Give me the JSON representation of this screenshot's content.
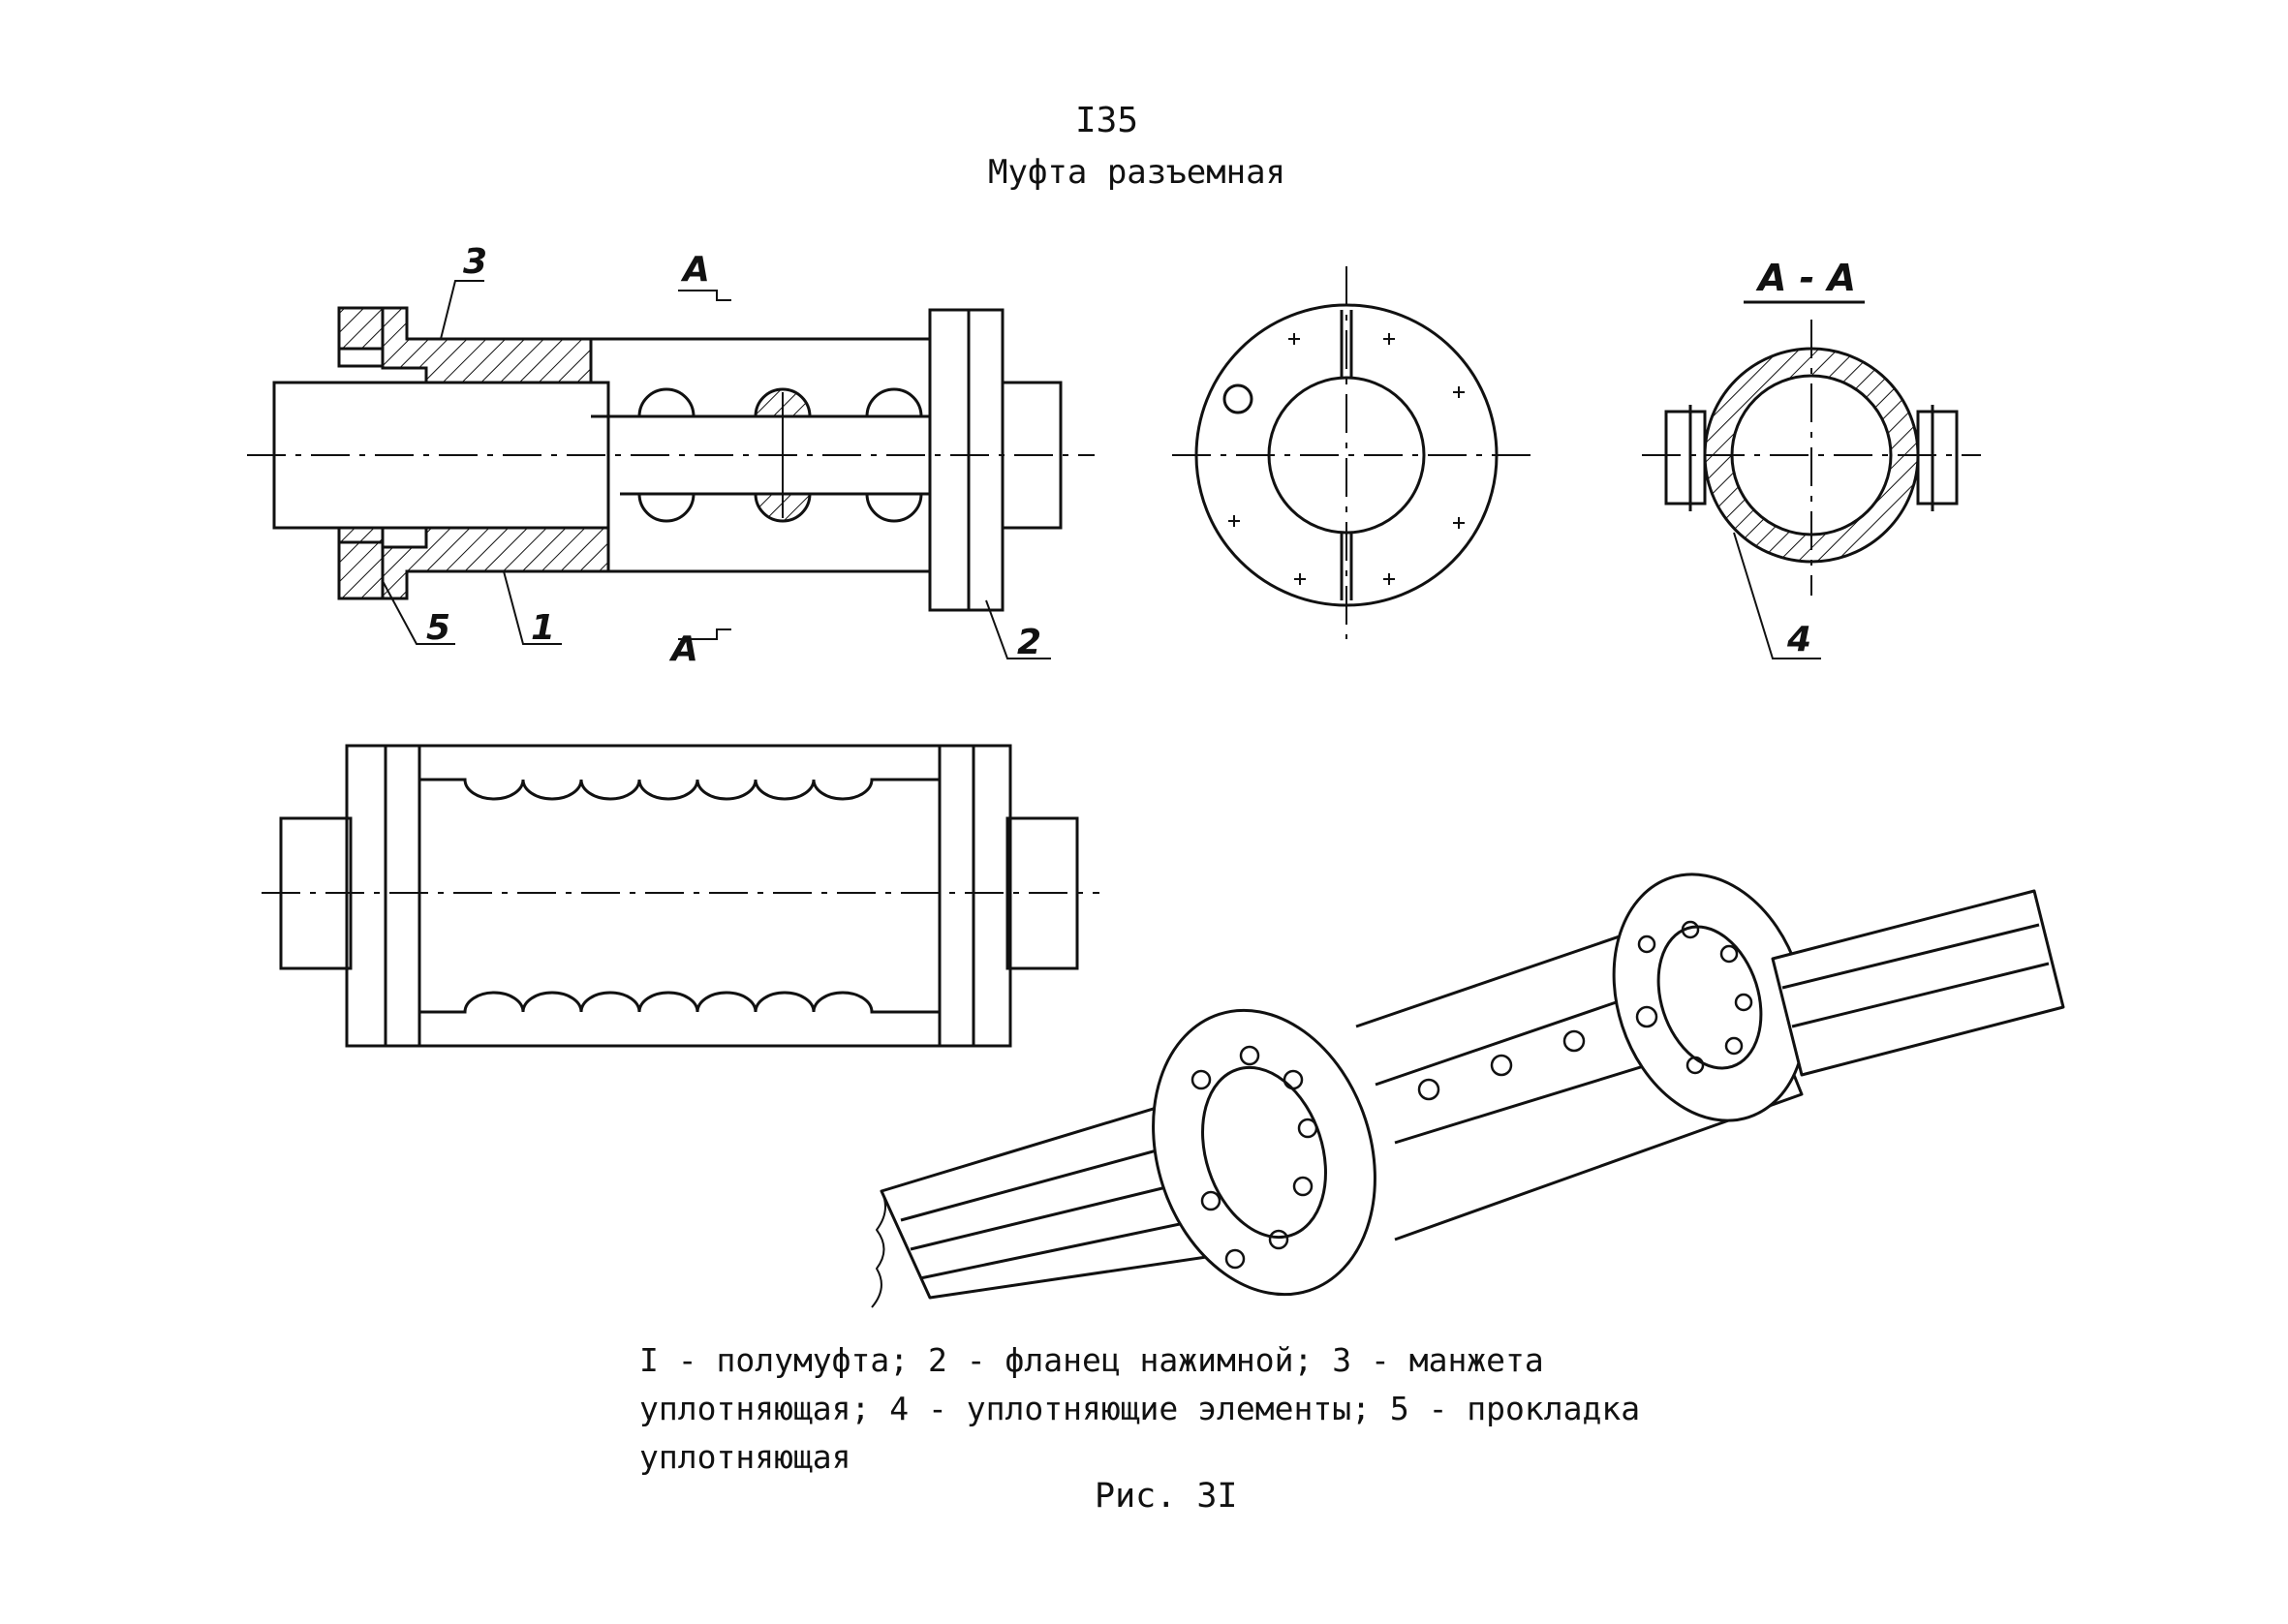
{
  "header": {
    "page_number": "I35",
    "title": "Муфта разъемная"
  },
  "callouts": {
    "part1": "1",
    "part2": "2",
    "part3": "3",
    "part4": "4",
    "part5": "5",
    "section_top": "А",
    "section_bottom": "А",
    "section_view": "А - А"
  },
  "caption": {
    "line1": "I - полумуфта; 2 - фланец нажимной; 3 - манжета",
    "line2": "уплотняющая; 4 - уплотняющие элементы; 5 - прокладка",
    "line3": "уплотняющая"
  },
  "figure_label": "Рис. 3I",
  "colors": {
    "ink": "#111111",
    "paper": "#ffffff"
  }
}
